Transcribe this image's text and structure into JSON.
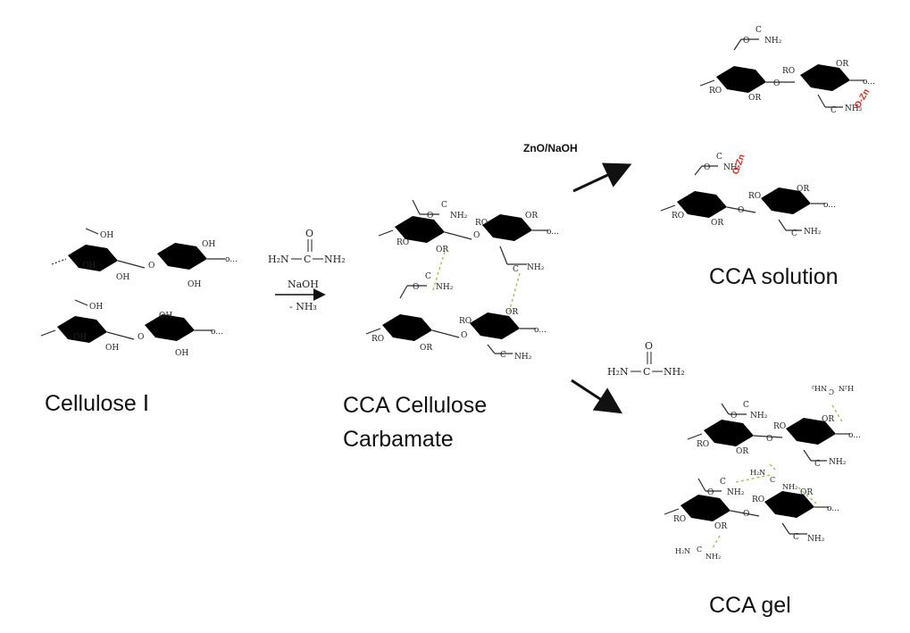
{
  "labels": {
    "cellulose": "Cellulose Ⅰ",
    "cca_line1": "CCA Cellulose",
    "cca_line2": "Carbamate",
    "cca_solution": "CCA solution",
    "cca_gel": "CCA gel"
  },
  "conditions": {
    "zno_naoh": "ZnO/NaOH",
    "naoh": "NaOH",
    "minus_nh3": "- NH₃"
  },
  "atoms": {
    "oh": "OH",
    "ro": "RO",
    "or": "OR",
    "o": "O",
    "c": "C",
    "nh2": "NH₂",
    "h2n": "H₂N",
    "ozn": "O-Zn",
    "dots": "o..."
  },
  "colors": {
    "background": "#ffffff",
    "hbond": "#9fbf5a",
    "zinc_label": "#d42a20"
  }
}
